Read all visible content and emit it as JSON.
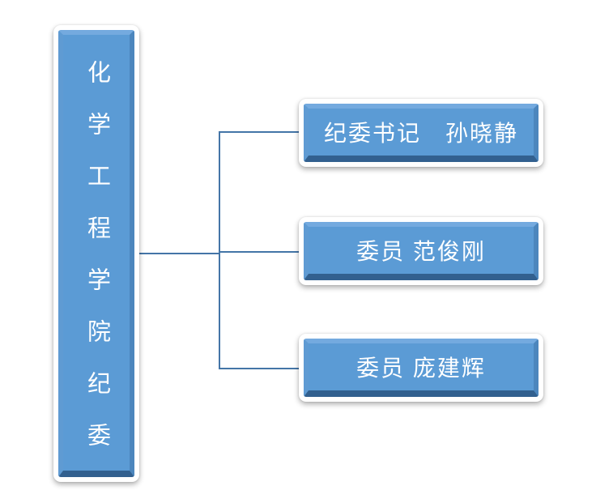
{
  "org_chart": {
    "root": {
      "label": "化学工程学院纪委",
      "text_orientation": "vertical"
    },
    "members": [
      {
        "label": "纪委书记　孙晓静",
        "role": "纪委书记",
        "name": "孙晓静"
      },
      {
        "label": "委员 范俊刚",
        "role": "委员",
        "name": "范俊刚"
      },
      {
        "label": "委员 庞建辉",
        "role": "委员",
        "name": "庞建辉"
      }
    ]
  },
  "colors": {
    "node_fill": "#5B9BD5",
    "bevel_top": "#74AADF",
    "bevel_left": "#5F9BD3",
    "bevel_right": "#4C86BD",
    "bevel_bottom": "#32608F",
    "connector": "#4475A7",
    "frame": "#FFFFFF",
    "text": "#FFFFFF",
    "background": "#FFFFFF"
  }
}
